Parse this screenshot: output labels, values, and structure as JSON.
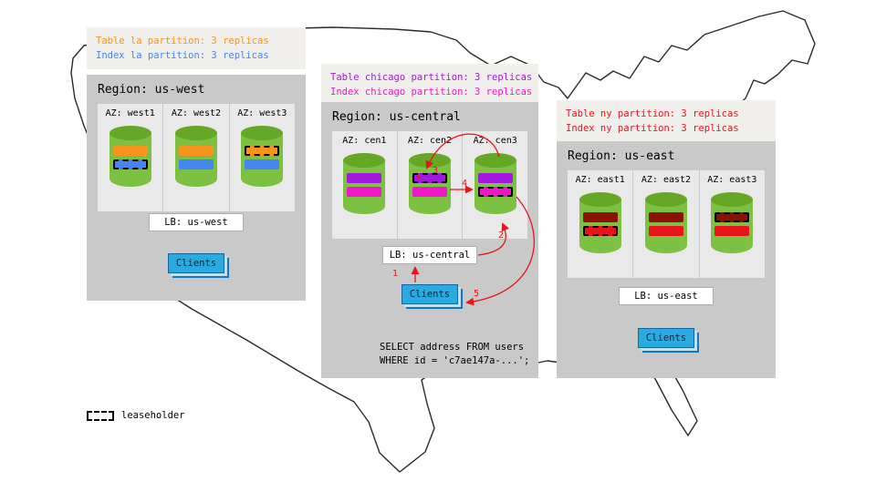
{
  "colors": {
    "orange": "#f7941d",
    "blue": "#4485f4",
    "purple": "#a318dd",
    "magenta": "#ee18c8",
    "dark_red": "#8c1004",
    "red": "#e8141c",
    "green": "#7cc142",
    "green_dark": "#66a726",
    "clients_blue": "#29abe2",
    "clients_shadow": "#1b75bc",
    "region_bg": "#c9c9c9",
    "az_bg": "#e9e9e9",
    "note_bg": "#f1efec",
    "map_stroke": "#2a2a2a"
  },
  "notes": {
    "west": {
      "line1": "Table la partition: 3 replicas",
      "line2": "Index la partition: 3 replicas"
    },
    "central": {
      "line1": "Table chicago partition: 3 replicas",
      "line2": "Index chicago partition: 3 replicas"
    },
    "east": {
      "line1": "Table ny partition: 3 replicas",
      "line2": "Index ny partition: 3 replicas"
    }
  },
  "regions": {
    "west": {
      "title": "Region: us-west",
      "azs": [
        {
          "label": "AZ: west1"
        },
        {
          "label": "AZ: west2"
        },
        {
          "label": "AZ: west3"
        }
      ],
      "lb": "LB: us-west",
      "clients": "Clients"
    },
    "central": {
      "title": "Region: us-central",
      "azs": [
        {
          "label": "AZ: cen1"
        },
        {
          "label": "AZ: cen2"
        },
        {
          "label": "AZ: cen3"
        }
      ],
      "lb": "LB: us-central",
      "clients": "Clients"
    },
    "east": {
      "title": "Region: us-east",
      "azs": [
        {
          "label": "AZ: east1"
        },
        {
          "label": "AZ: east2"
        },
        {
          "label": "AZ: east3"
        }
      ],
      "lb": "LB: us-east",
      "clients": "Clients"
    }
  },
  "query": {
    "line1": "SELECT address FROM users",
    "line2": "WHERE id = 'c7ae147a-...';"
  },
  "arrows": {
    "step1": "1",
    "step2": "2",
    "step3": "3",
    "step4": "4",
    "step5": "5"
  },
  "legend": {
    "label": "leaseholder"
  }
}
